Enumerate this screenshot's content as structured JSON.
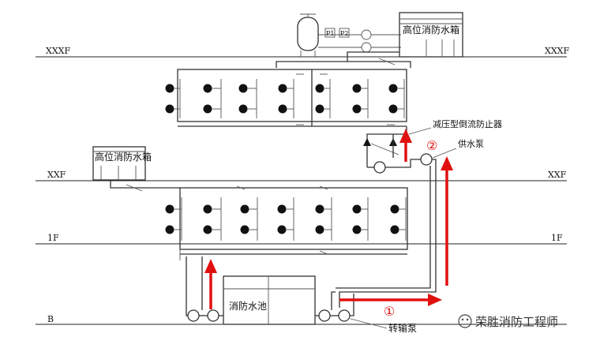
{
  "floors": {
    "roof": "XXXF",
    "mid": "XXF",
    "first": "1F",
    "basement": "B"
  },
  "labels": {
    "tank_top": "高位消防水箱",
    "tank_mid": "高位消防水箱",
    "pool": "消防水池",
    "prv": "减压型倒流防止器",
    "supply_pump": "供水泵",
    "transfer_pump": "转输泵",
    "p1": "P1",
    "p2": "P2"
  },
  "markers": {
    "one": "①",
    "two": "②"
  },
  "watermark": "荣胜消防工程师",
  "colors": {
    "arrow": "#e01010",
    "pipe": "#333333"
  }
}
